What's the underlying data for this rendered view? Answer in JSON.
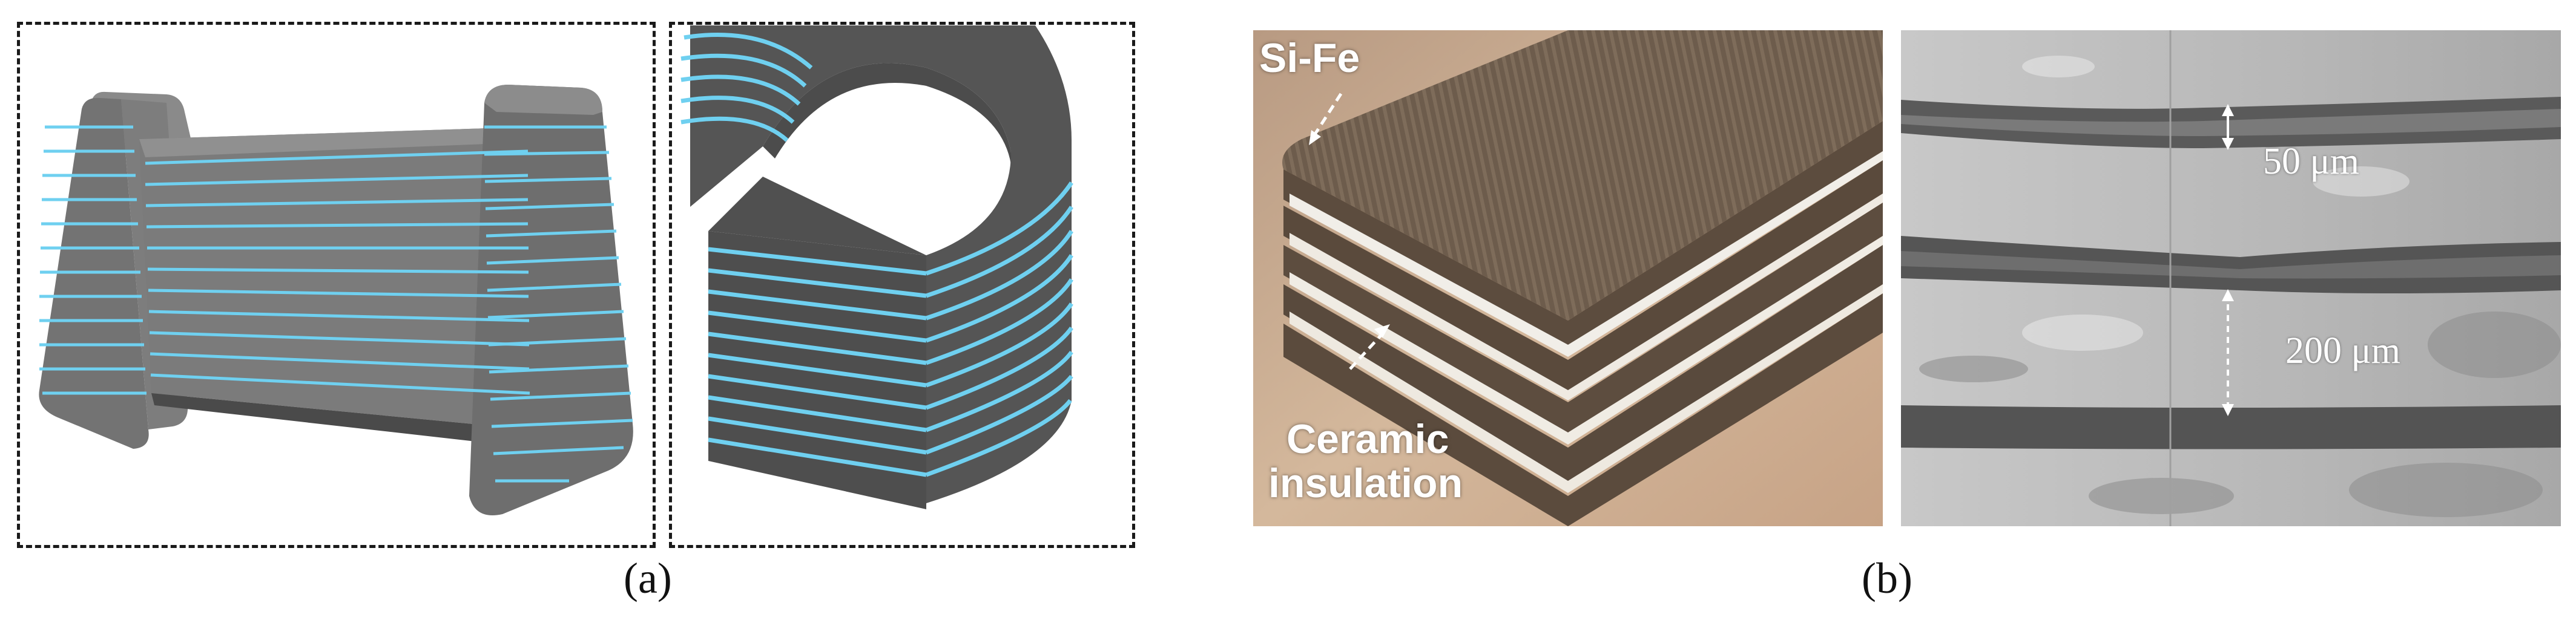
{
  "panels": {
    "a": {
      "caption": "(a)"
    },
    "b": {
      "caption": "(b)",
      "labels": {
        "si_fe": "Si-Fe",
        "ceramic_line1": "Ceramic",
        "ceramic_line2": "insulation",
        "thickness_50": "50 μm",
        "thickness_200": "200 μm"
      }
    }
  },
  "colors": {
    "core_gray": "#6f6f6f",
    "ring_gray": "#555555",
    "lamination_line": "#6fd0f0",
    "photo_bg": "#c9ad92",
    "micro_light": "#bdbdbd",
    "micro_dark": "#5a5a5a"
  }
}
